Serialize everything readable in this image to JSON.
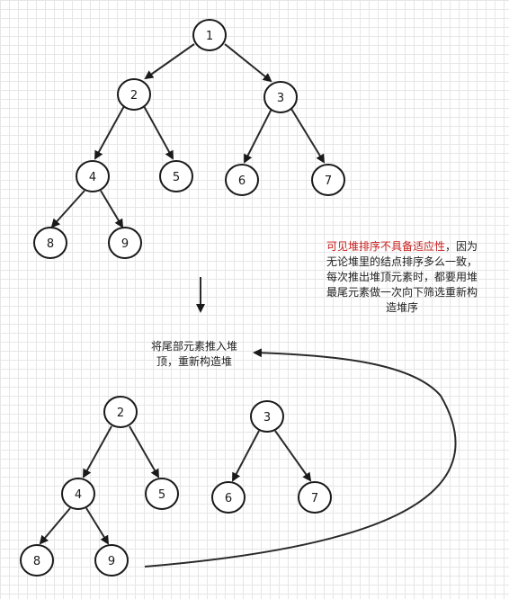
{
  "tree_before": {
    "nodes": [
      "1",
      "2",
      "3",
      "4",
      "5",
      "6",
      "7",
      "8",
      "9"
    ]
  },
  "tree_after": {
    "nodes": [
      "2",
      "3",
      "4",
      "5",
      "6",
      "7",
      "8",
      "9"
    ]
  },
  "note_right": {
    "highlight": "可见堆排序不具备适应性",
    "rest": "，因为无论堆里的结点排序多么一致，每次推出堆顶元素时，都要用堆最尾元素做一次向下筛选重新构造堆序"
  },
  "note_center": {
    "line1": "将尾部元素推入堆",
    "line2": "顶，重新构造堆"
  },
  "colors": {
    "highlight_text": "#c8201e",
    "stroke": "#1a1a1a",
    "grid": "#e6e6e6"
  }
}
